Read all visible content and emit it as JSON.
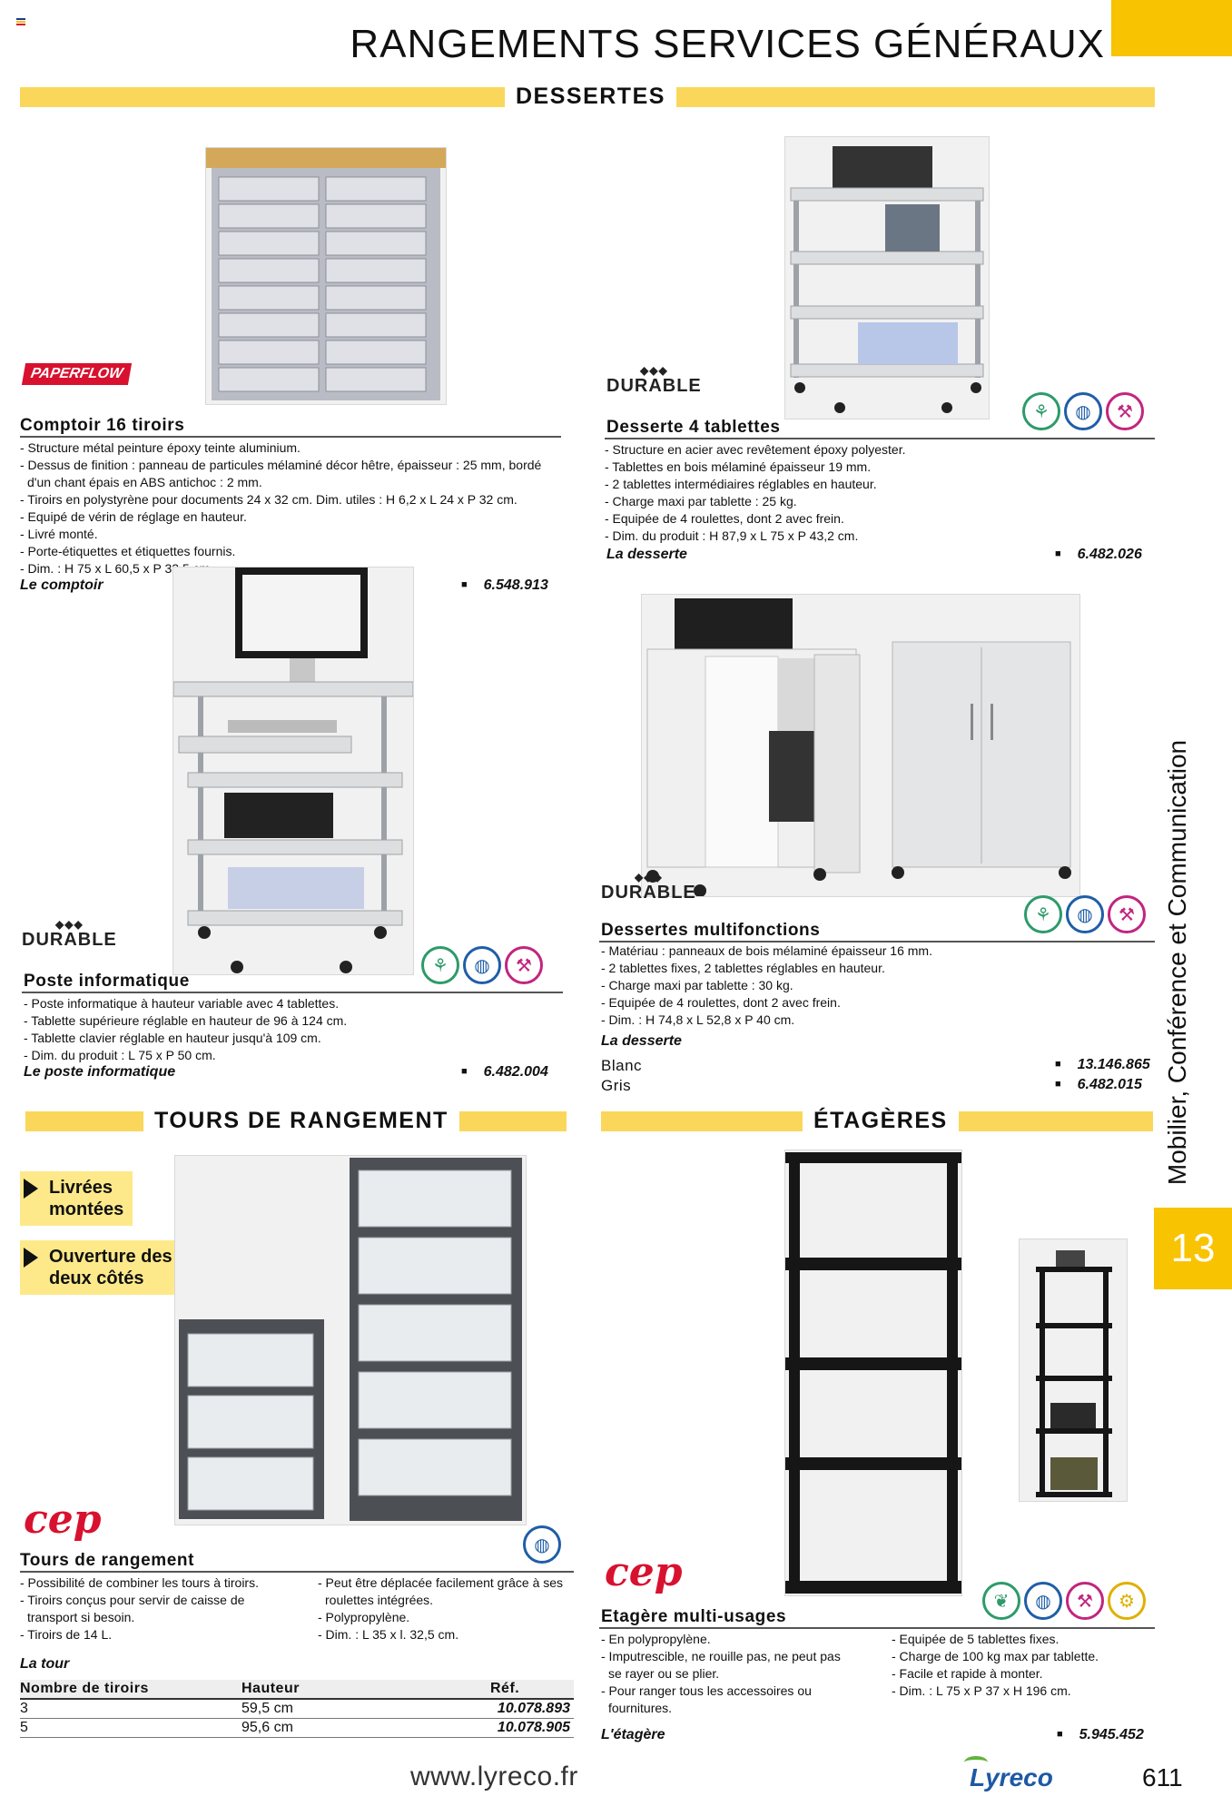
{
  "header": {
    "title": "RANGEMENTS SERVICES GÉNÉRAUX",
    "flag_colors": [
      "#1a3a8f",
      "#f2c200",
      "#d8112f"
    ]
  },
  "side": {
    "vertical_text": "Mobilier, Conférence et Communication",
    "chapter_number": "13"
  },
  "sections": {
    "dessertes": "DESSERTES",
    "tours": "TOURS DE RANGEMENT",
    "etageres": "ÉTAGÈRES"
  },
  "products": {
    "comptoir": {
      "brand": "PAPERFLOW",
      "title": "Comptoir 16 tiroirs",
      "desc": [
        "- Structure métal peinture époxy teinte aluminium.",
        "- Dessus de finition : panneau de particules mélaminé décor hêtre, épaisseur : 25 mm, bordé",
        "  d'un chant épais en ABS antichoc : 2 mm.",
        "- Tiroirs en polystyrène pour documents 24 x 32 cm. Dim. utiles : H 6,2 x L 24 x P 32 cm.",
        "- Equipé de vérin de réglage en hauteur.",
        "- Livré monté.",
        "- Porte-étiquettes et étiquettes fournis.",
        "- Dim. : H 75 x L 60,5 x P 33,5 cm."
      ],
      "ref_label": "Le comptoir",
      "ref_code": "6.548.913"
    },
    "desserte4": {
      "brand": "DURABLE",
      "title": "Desserte 4 tablettes",
      "desc": [
        "- Structure en acier avec revêtement époxy polyester.",
        "- Tablettes en bois mélaminé épaisseur 19 mm.",
        "- 2 tablettes intermédiaires réglables en hauteur.",
        "- Charge maxi par tablette : 25 kg.",
        "- Equipée de 4 roulettes, dont 2 avec frein.",
        "- Dim. du produit : H 87,9 x L 75 x P 43,2 cm."
      ],
      "ref_label": "La desserte",
      "ref_code": "6.482.026"
    },
    "poste": {
      "brand": "DURABLE",
      "title": "Poste informatique",
      "desc": [
        "- Poste informatique à hauteur variable avec 4 tablettes.",
        "- Tablette supérieure réglable en hauteur de 96 à 124 cm.",
        "- Tablette clavier réglable en hauteur jusqu'à 109 cm.",
        "- Dim. du produit : L 75 x P 50 cm."
      ],
      "ref_label": "Le poste informatique",
      "ref_code": "6.482.004"
    },
    "multifonctions": {
      "brand": "DURABLE",
      "title": "Dessertes multifonctions",
      "desc": [
        "- Matériau :  panneaux de bois mélaminé épaisseur 16 mm.",
        "- 2 tablettes fixes, 2 tablettes réglables en hauteur.",
        "- Charge maxi par tablette : 30 kg.",
        "- Equipée de 4 roulettes, dont 2 avec frein.",
        "- Dim. : H 74,8 x L 52,8 x P 40 cm."
      ],
      "ref_label": "La desserte",
      "options": [
        {
          "label": "Blanc",
          "code": "13.146.865"
        },
        {
          "label": "Gris",
          "code": "6.482.015"
        }
      ]
    },
    "tours": {
      "brand": "cep",
      "badges": [
        [
          "Livrées",
          "montées"
        ],
        [
          "Ouverture des",
          "deux côtés"
        ]
      ],
      "title": "Tours de rangement",
      "desc_left": [
        "- Possibilité de combiner les tours à tiroirs.",
        "- Tiroirs conçus pour servir de caisse de",
        "  transport si besoin.",
        "- Tiroirs de 14 L."
      ],
      "desc_right": [
        "- Peut être déplacée facilement grâce à ses",
        "  roulettes intégrées.",
        "- Polypropylène.",
        "- Dim. : L 35 x l. 32,5 cm."
      ],
      "ref_label": "La tour",
      "table": {
        "headers": [
          "Nombre de tiroirs",
          "Hauteur",
          "Réf."
        ],
        "rows": [
          [
            "3",
            "59,5 cm",
            "10.078.893"
          ],
          [
            "5",
            "95,6 cm",
            "10.078.905"
          ]
        ]
      }
    },
    "etagere": {
      "brand": "cep",
      "title": "Etagère multi-usages",
      "desc_left": [
        "- En polypropylène.",
        "- Imputrescible, ne rouille pas, ne peut pas",
        "  se rayer ou se plier.",
        "- Pour ranger tous les accessoires ou",
        "  fournitures."
      ],
      "desc_right": [
        "- Equipée de 5 tablettes fixes.",
        "- Charge de 100 kg max par tablette.",
        "- Facile et rapide à monter.",
        "- Dim. : L 75 x P 37 x H 196 cm."
      ],
      "ref_label": "L'étagère",
      "ref_code": "5.945.452"
    }
  },
  "eco_icons": {
    "green": "person-leaf-icon",
    "blue": "globe-icon",
    "pink": "drill-icon",
    "yellow": "wrench-icon",
    "leaf": "leaf-icon"
  },
  "footer": {
    "url": "www.lyreco.fr",
    "logo": "Lyreco",
    "page": "611"
  },
  "colors": {
    "accent_yellow": "#f8c300",
    "bar_yellow": "#fad75a",
    "brand_red": "#d8112f"
  }
}
